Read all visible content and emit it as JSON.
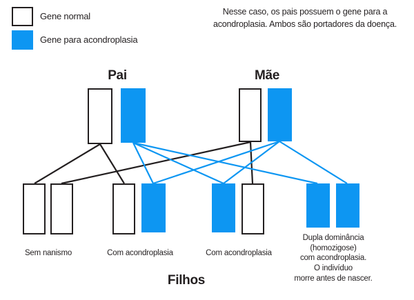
{
  "legend": {
    "items": [
      {
        "key": "normal",
        "label": "Gene normal",
        "color": "#ffffff",
        "swatch": "white-square-icon"
      },
      {
        "key": "acondroplasia",
        "label": "Gene para acondroplasia",
        "color": "#0d96f2",
        "swatch": "blue-square-icon"
      }
    ]
  },
  "caption": {
    "text": "Nesse caso, os pais possuem o gene para a acondroplasia. Ambos são portadores da doença."
  },
  "parents": {
    "father": {
      "title": "Pai",
      "alleles": [
        {
          "type": "normal",
          "color": "#ffffff"
        },
        {
          "type": "acondroplasia",
          "color": "#0d96f2"
        }
      ]
    },
    "mother": {
      "title": "Mãe",
      "alleles": [
        {
          "type": "normal",
          "color": "#ffffff"
        },
        {
          "type": "acondroplasia",
          "color": "#0d96f2"
        }
      ]
    }
  },
  "children": {
    "title": "Filhos",
    "items": [
      {
        "index": 1,
        "label": "Sem nanismo",
        "alleles": [
          {
            "type": "normal",
            "color": "#ffffff"
          },
          {
            "type": "normal",
            "color": "#ffffff"
          }
        ]
      },
      {
        "index": 2,
        "label": "Com acondroplasia",
        "alleles": [
          {
            "type": "normal",
            "color": "#ffffff"
          },
          {
            "type": "acondroplasia",
            "color": "#0d96f2"
          }
        ]
      },
      {
        "index": 3,
        "label": "Com acondroplasia",
        "alleles": [
          {
            "type": "acondroplasia",
            "color": "#0d96f2"
          },
          {
            "type": "normal",
            "color": "#ffffff"
          }
        ]
      },
      {
        "index": 4,
        "label": "Dupla dominância (homozigose) com acondroplasia. O indivíduo morre antes de nascer.",
        "label_lines": [
          "Dupla dominância",
          "(homozigose)",
          "com acondroplasia.",
          "O indivíduo",
          "morre antes de nascer."
        ],
        "alleles": [
          {
            "type": "acondroplasia",
            "color": "#0d96f2"
          },
          {
            "type": "acondroplasia",
            "color": "#0d96f2"
          }
        ]
      }
    ]
  },
  "colors": {
    "gene_normal": "#ffffff",
    "gene_acondroplasia": "#0d96f2",
    "outline": "#231f20",
    "background": "#ffffff"
  }
}
